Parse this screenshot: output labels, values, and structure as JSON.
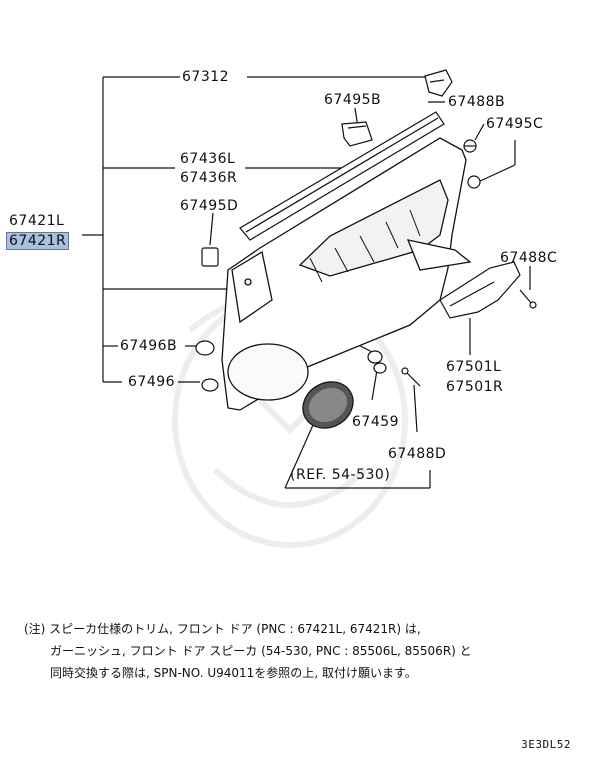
{
  "parts": {
    "p67312": "67312",
    "p67495B": "67495B",
    "p67488B": "67488B",
    "p67495C": "67495C",
    "p67436L": "67436L",
    "p67436R": "67436R",
    "p67421L": "67421L",
    "p67421R": "67421R",
    "p67495D": "67495D",
    "p67488C": "67488C",
    "p67496B": "67496B",
    "p67496": "67496",
    "p67501L": "67501L",
    "p67501R": "67501R",
    "p67459": "67459",
    "p67488D": "67488D"
  },
  "reference": "(REF. 54-530)",
  "note": {
    "line1": "(注) スピーカ仕様のトリム, フロント ドア (PNC : 67421L, 67421R) は,",
    "line2": "ガーニッシュ, フロント ドア スピーカ (54-530, PNC : 85506L, 85506R) と",
    "line3": "同時交換する際は, SPN-NO. U94011を参照の上, 取付け願います。"
  },
  "diagram_code": "3E3DL52",
  "highlight_color": "#a9c0de"
}
